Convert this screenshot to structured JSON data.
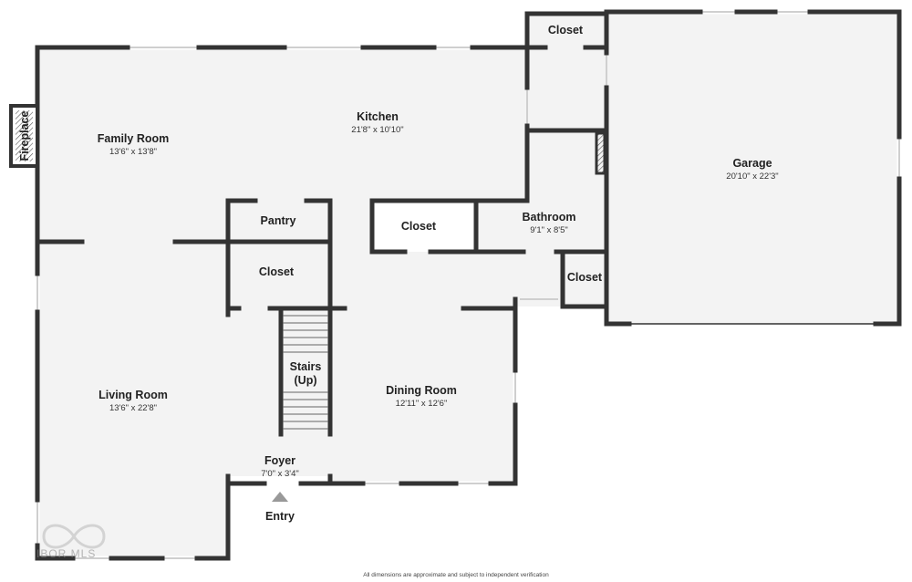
{
  "rooms": {
    "family_room": {
      "name": "Family Room",
      "dims": "13'6\" x 13'8\""
    },
    "kitchen": {
      "name": "Kitchen",
      "dims": "21'8\" x 10'10\""
    },
    "garage": {
      "name": "Garage",
      "dims": "20'10\" x 22'3\""
    },
    "pantry": {
      "name": "Pantry"
    },
    "closet_pantry": {
      "name": "Closet"
    },
    "closet_hall": {
      "name": "Closet"
    },
    "closet_top": {
      "name": "Closet"
    },
    "closet_right": {
      "name": "Closet"
    },
    "bathroom": {
      "name": "Bathroom",
      "dims": "9'1\" x 8'5\""
    },
    "living_room": {
      "name": "Living Room",
      "dims": "13'6\" x 22'8\""
    },
    "dining_room": {
      "name": "Dining Room",
      "dims": "12'11\" x 12'6\""
    },
    "foyer": {
      "name": "Foyer",
      "dims": "7'0\" x 3'4\""
    },
    "stairs": {
      "line1": "Stairs",
      "line2": "(Up)"
    },
    "fireplace": {
      "name": "Fireplace"
    }
  },
  "entry": {
    "label": "Entry"
  },
  "footer": {
    "disclaimer": "All dimensions are approximate and subject to independent verification"
  },
  "watermark": {
    "text": "IBOR MLS"
  },
  "colors": {
    "wall": "#333333",
    "floor": "#f3f3f3",
    "window": "#cfcfcf",
    "entry_arrow": "#999999"
  }
}
